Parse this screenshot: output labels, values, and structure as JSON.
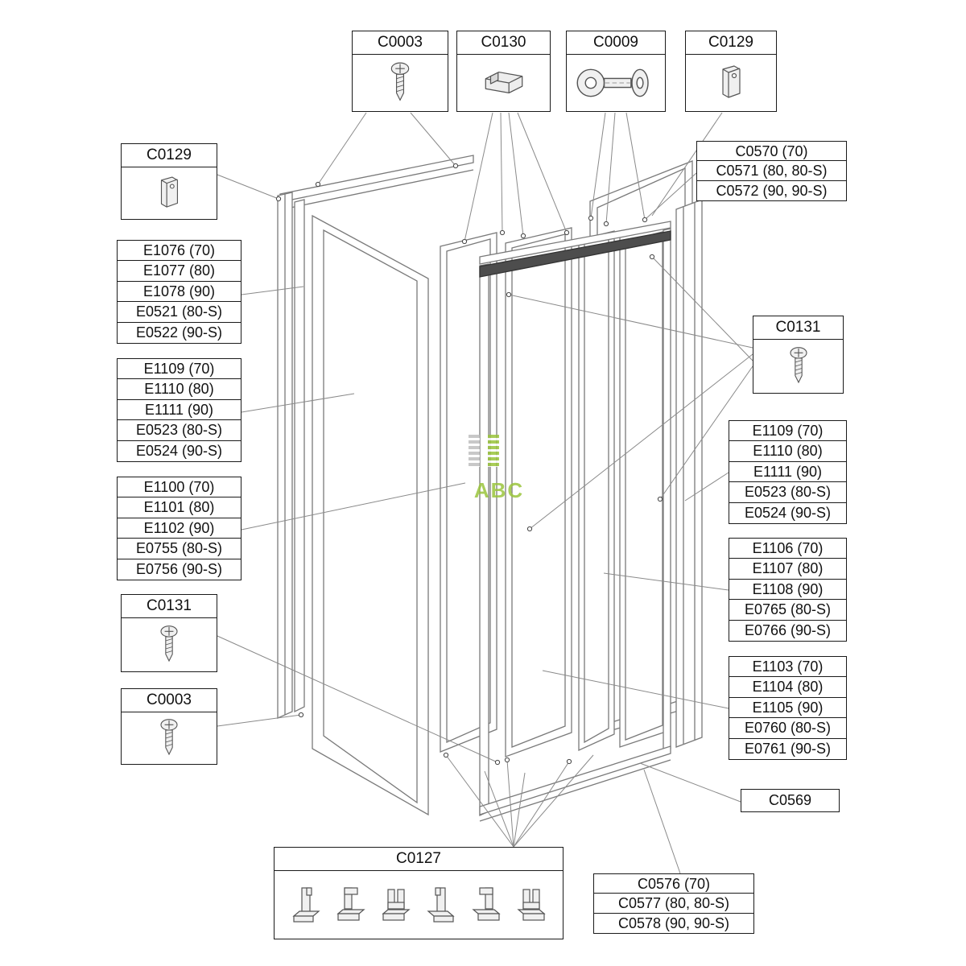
{
  "top_boxes": [
    {
      "label": "C0003",
      "icon": "screw-icon"
    },
    {
      "label": "C0130",
      "icon": "glider-icon"
    },
    {
      "label": "C0009",
      "icon": "roller-icon"
    },
    {
      "label": "C0129",
      "icon": "bracket-icon"
    }
  ],
  "left_labels": {
    "c0129_label": "C0129",
    "profiles": [
      "E1076 (70)",
      "E1077 (80)",
      "E1078 (90)",
      "E0521 (80-S)",
      "E0522 (90-S)"
    ],
    "fixed_panel": [
      "E1109 (70)",
      "E1110 (80)",
      "E1111 (90)",
      "E0523 (80-S)",
      "E0524 (90-S)"
    ],
    "door": [
      "E1100 (70)",
      "E1101 (80)",
      "E1102 (90)",
      "E0755 (80-S)",
      "E0756 (90-S)"
    ],
    "c0131_label": "C0131",
    "c0003_label": "C0003"
  },
  "right_labels": {
    "rail_top": [
      "C0570 (70)",
      "C0571 (80, 80-S)",
      "C0572 (90, 90-S)"
    ],
    "c0131_label": "C0131",
    "fixed_panel": [
      "E1109 (70)",
      "E1110 (80)",
      "E1111 (90)",
      "E0523 (80-S)",
      "E0524 (90-S)"
    ],
    "middle_panel": [
      "E1106 (70)",
      "E1107 (80)",
      "E1108 (90)",
      "E0765 (80-S)",
      "E0766 (90-S)"
    ],
    "door_panel": [
      "E1103 (70)",
      "E1104 (80)",
      "E1105 (90)",
      "E0760 (80-S)",
      "E0761 (90-S)"
    ],
    "c0569_label": "C0569"
  },
  "bottom_labels": {
    "c0127_label": "C0127",
    "bottom_rail": [
      "C0576 (70)",
      "C0577 (80, 80-S)",
      "C0578 (90, 90-S)"
    ]
  },
  "watermark": {
    "text": "ABC"
  },
  "colors": {
    "line": "#7a7a7a",
    "leader": "#8a8a8a",
    "dark_rail": "#4d4d4d",
    "accent_green": "#9bc53d"
  }
}
